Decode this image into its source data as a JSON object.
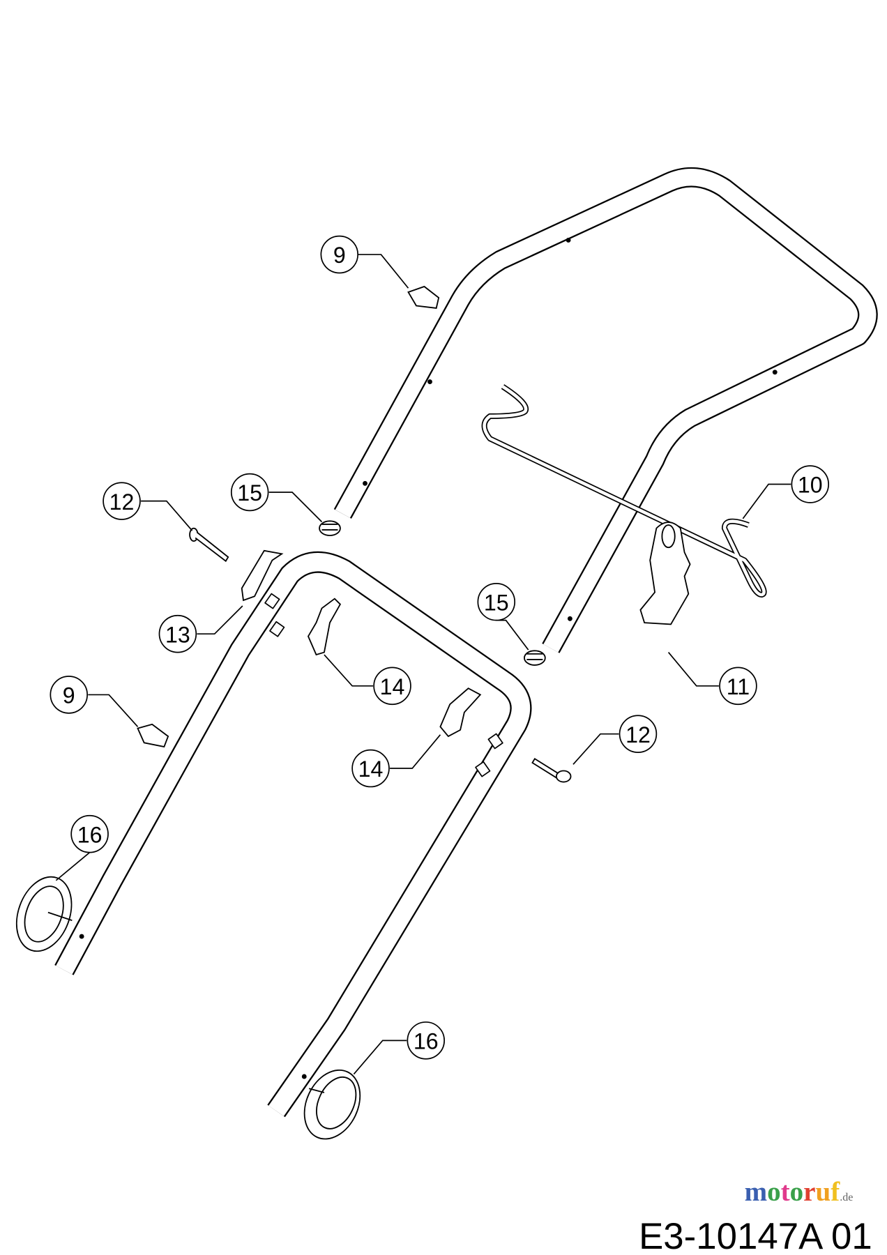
{
  "diagram": {
    "callouts": [
      "9",
      "12",
      "15",
      "10",
      "15",
      "13",
      "14",
      "11",
      "9",
      "14",
      "12",
      "16",
      "16"
    ],
    "drawing_code": "E3-10147A 01",
    "watermark": "motoruf.de",
    "watermark_colors": [
      "#3a5fb0",
      "#3aa04a",
      "#e03a8c",
      "#3aa04a",
      "#e04030",
      "#f0a020",
      "#f0c020"
    ]
  }
}
